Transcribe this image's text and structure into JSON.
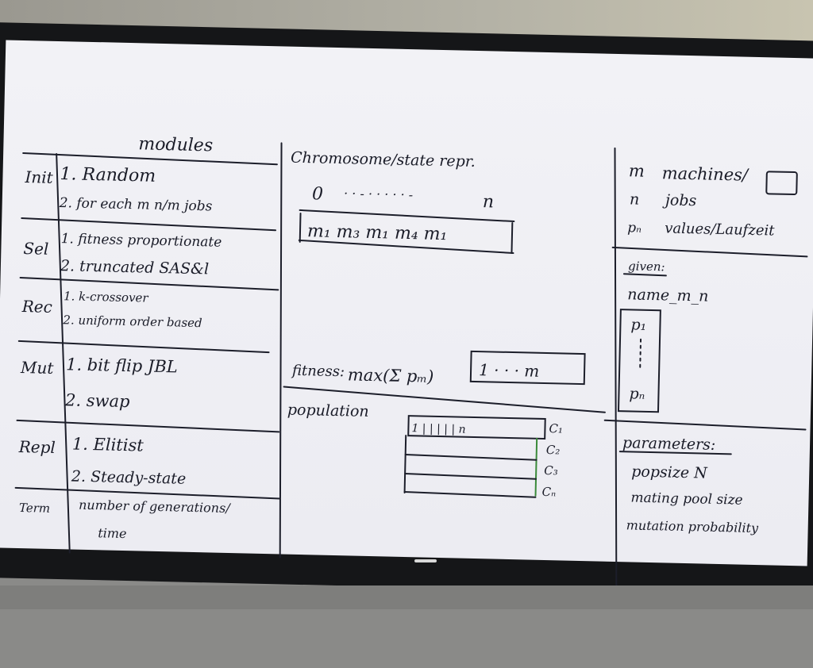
{
  "board": {
    "modules_title": "modules",
    "rows": [
      {
        "label": "Init",
        "items": [
          "1. Random",
          "2. for each m   n/m jobs"
        ]
      },
      {
        "label": "Sel",
        "items": [
          "1. fitness proportionate",
          "2. truncated SAS&l"
        ]
      },
      {
        "label": "Rec",
        "items": [
          "1. k-crossover",
          "2. uniform order based"
        ]
      },
      {
        "label": "Mut",
        "items": [
          "1. bit flip  JBL",
          "2. swap"
        ]
      },
      {
        "label": "Repl",
        "items": [
          "1. Elitist",
          "2. Steady-state"
        ]
      },
      {
        "label": "Term",
        "items": [
          "number of generations/",
          "time"
        ]
      }
    ],
    "chromosome": {
      "title": "Chromosome/state repr.",
      "index_start": "0",
      "index_dots": "· · - · · · · · -",
      "index_end": "n",
      "genes": "m₁  m₃  m₁  m₄ m₁"
    },
    "fitness": {
      "label": "fitness:",
      "formula": "max(Σ pₘ)",
      "box": "1 · · ·   m"
    },
    "population": {
      "label": "population",
      "row_text": "1 |  |  |  |  | n",
      "c_labels": [
        "C₁",
        "C₂",
        "C₃",
        "Cₙ"
      ]
    },
    "given_info": {
      "line1_symbol": "m",
      "line1_text": "machines/",
      "line2_symbol": "n",
      "line2_text": "jobs",
      "line3_symbol": "pₙ",
      "line3_text": "values/Laufzeit",
      "given_label": "given:",
      "name": "name_m_n",
      "p_first": "p₁",
      "p_last": "pₙ"
    },
    "parameters": {
      "title": "parameters:",
      "items": [
        "popsize N",
        "mating pool size",
        "mutation probability"
      ]
    },
    "colors": {
      "ink": "#1c1e2a",
      "screen": "#eeeef3",
      "bezel": "#151618",
      "accent": "#3a8a3a"
    }
  }
}
